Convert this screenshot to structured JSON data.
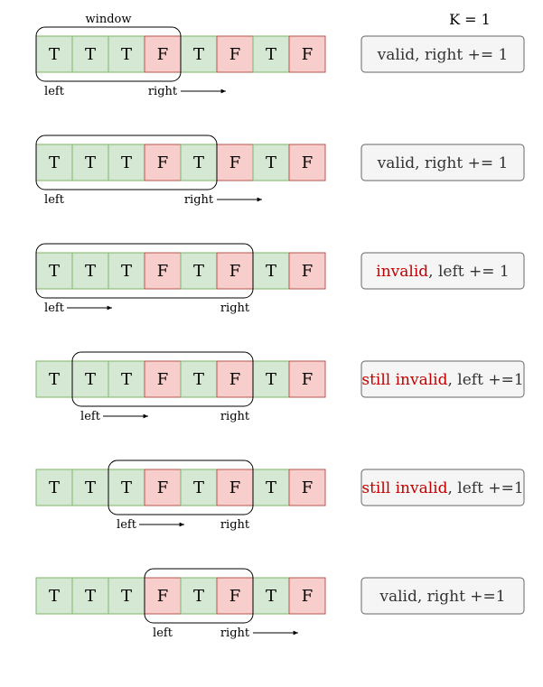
{
  "k_label": "K = 1",
  "window_label": "window",
  "colors": {
    "true_fill": "#d5e8d4",
    "true_stroke": "#82b366",
    "false_fill": "#f8cecc",
    "false_stroke": "#b85450",
    "status_fill": "#f5f5f5",
    "status_stroke": "#666666",
    "status_text": "#333333",
    "highlight": "#c00000"
  },
  "cells": [
    "T",
    "T",
    "T",
    "F",
    "T",
    "F",
    "T",
    "F"
  ],
  "rows": [
    {
      "window": [
        0,
        3
      ],
      "pointers": [
        {
          "label": "left",
          "cell": 0,
          "arrow": false
        },
        {
          "label": "right",
          "cell": 3,
          "arrow": true
        }
      ],
      "status": {
        "highlight": "",
        "text": "valid, right += 1"
      }
    },
    {
      "window": [
        0,
        4
      ],
      "pointers": [
        {
          "label": "left",
          "cell": 0,
          "arrow": false
        },
        {
          "label": "right",
          "cell": 4,
          "arrow": true
        }
      ],
      "status": {
        "highlight": "",
        "text": "valid, right += 1"
      }
    },
    {
      "window": [
        0,
        5
      ],
      "pointers": [
        {
          "label": "left",
          "cell": 0,
          "arrow": true
        },
        {
          "label": "right",
          "cell": 5,
          "arrow": false
        }
      ],
      "status": {
        "highlight": "invalid",
        "text": ", left += 1"
      }
    },
    {
      "window": [
        1,
        5
      ],
      "pointers": [
        {
          "label": "left",
          "cell": 1,
          "arrow": true
        },
        {
          "label": "right",
          "cell": 5,
          "arrow": false
        }
      ],
      "status": {
        "highlight": "still invalid",
        "text": ", left +=1"
      }
    },
    {
      "window": [
        2,
        5
      ],
      "pointers": [
        {
          "label": "left",
          "cell": 2,
          "arrow": true
        },
        {
          "label": "right",
          "cell": 5,
          "arrow": false
        }
      ],
      "status": {
        "highlight": "still invalid",
        "text": ", left +=1"
      }
    },
    {
      "window": [
        3,
        5
      ],
      "pointers": [
        {
          "label": "left",
          "cell": 3,
          "arrow": false
        },
        {
          "label": "right",
          "cell": 5,
          "arrow": true
        }
      ],
      "status": {
        "highlight": "",
        "text": "valid, right +=1"
      }
    }
  ]
}
